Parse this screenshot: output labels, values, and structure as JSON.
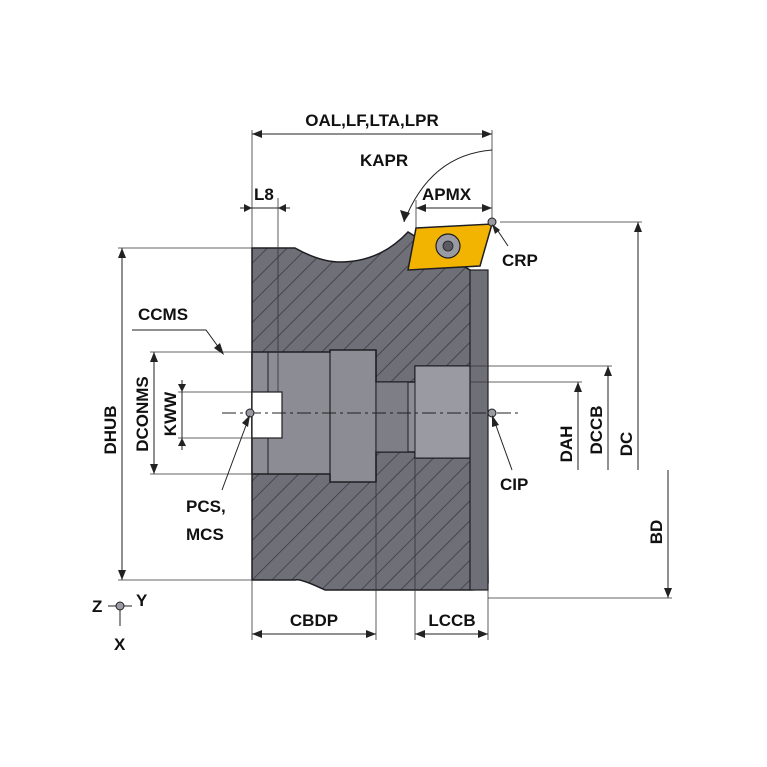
{
  "labels": {
    "oal": "OAL,LF,LTA,LPR",
    "kapr": "KAPR",
    "apmx": "APMX",
    "l8": "L8",
    "crp": "CRP",
    "ccms": "CCMS",
    "dhub": "DHUB",
    "dconms": "DCONMS",
    "kww": "KWW",
    "pcs": "PCS,",
    "mcs": "MCS",
    "cip": "CIP",
    "dah": "DAH",
    "dccb": "DCCB",
    "dc": "DC",
    "bd": "BD",
    "cbdp": "CBDP",
    "lccb": "LCCB",
    "axis_z": "Z",
    "axis_y": "Y",
    "axis_x": "X"
  },
  "colors": {
    "body": "#6f6f78",
    "bore": "#8c8c94",
    "hatch": "#3a3a40",
    "insert": "#f2b400",
    "outline": "#1e1e22"
  },
  "icons": {
    "insert": "carbide-insert-icon",
    "screw": "torx-screw-icon"
  }
}
